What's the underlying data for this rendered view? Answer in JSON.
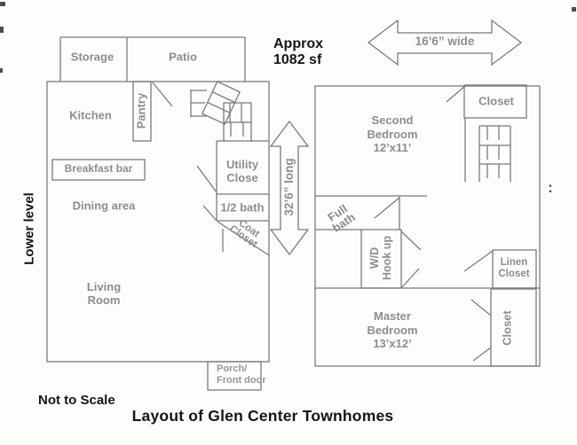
{
  "title": "Layout of Glen Center Townhomes",
  "annotations": {
    "approx_area": "Approx\n1082 sf",
    "not_to_scale": "Not to Scale",
    "lower_level": "Lower level",
    "width_dim": "16’6” wide",
    "length_dim": "32’6” long",
    "colon_mark": ":"
  },
  "lower_unit": {
    "storage": "Storage",
    "patio": "Patio",
    "kitchen": "Kitchen",
    "pantry": "Pantry",
    "breakfast_bar": "Breakfast bar",
    "dining_area": "Dining area",
    "living_room": "Living\nRoom",
    "utility_closet": "Utility\nClose",
    "half_bath": "1/2 bath",
    "coat_closet": "Coat\nCloset",
    "porch": "Porch/\nFront door"
  },
  "upper_unit": {
    "second_bedroom": "Second\nBedroom\n12’x11’",
    "bedroom_closet": "Closet",
    "full_bath": "Full\nbath",
    "wd_hookup": "W/D\nHook up",
    "linen_closet": "Linen\nCloset",
    "master_bedroom": "Master\nBedroom\n13’x12’",
    "master_closet": "Closet"
  }
}
